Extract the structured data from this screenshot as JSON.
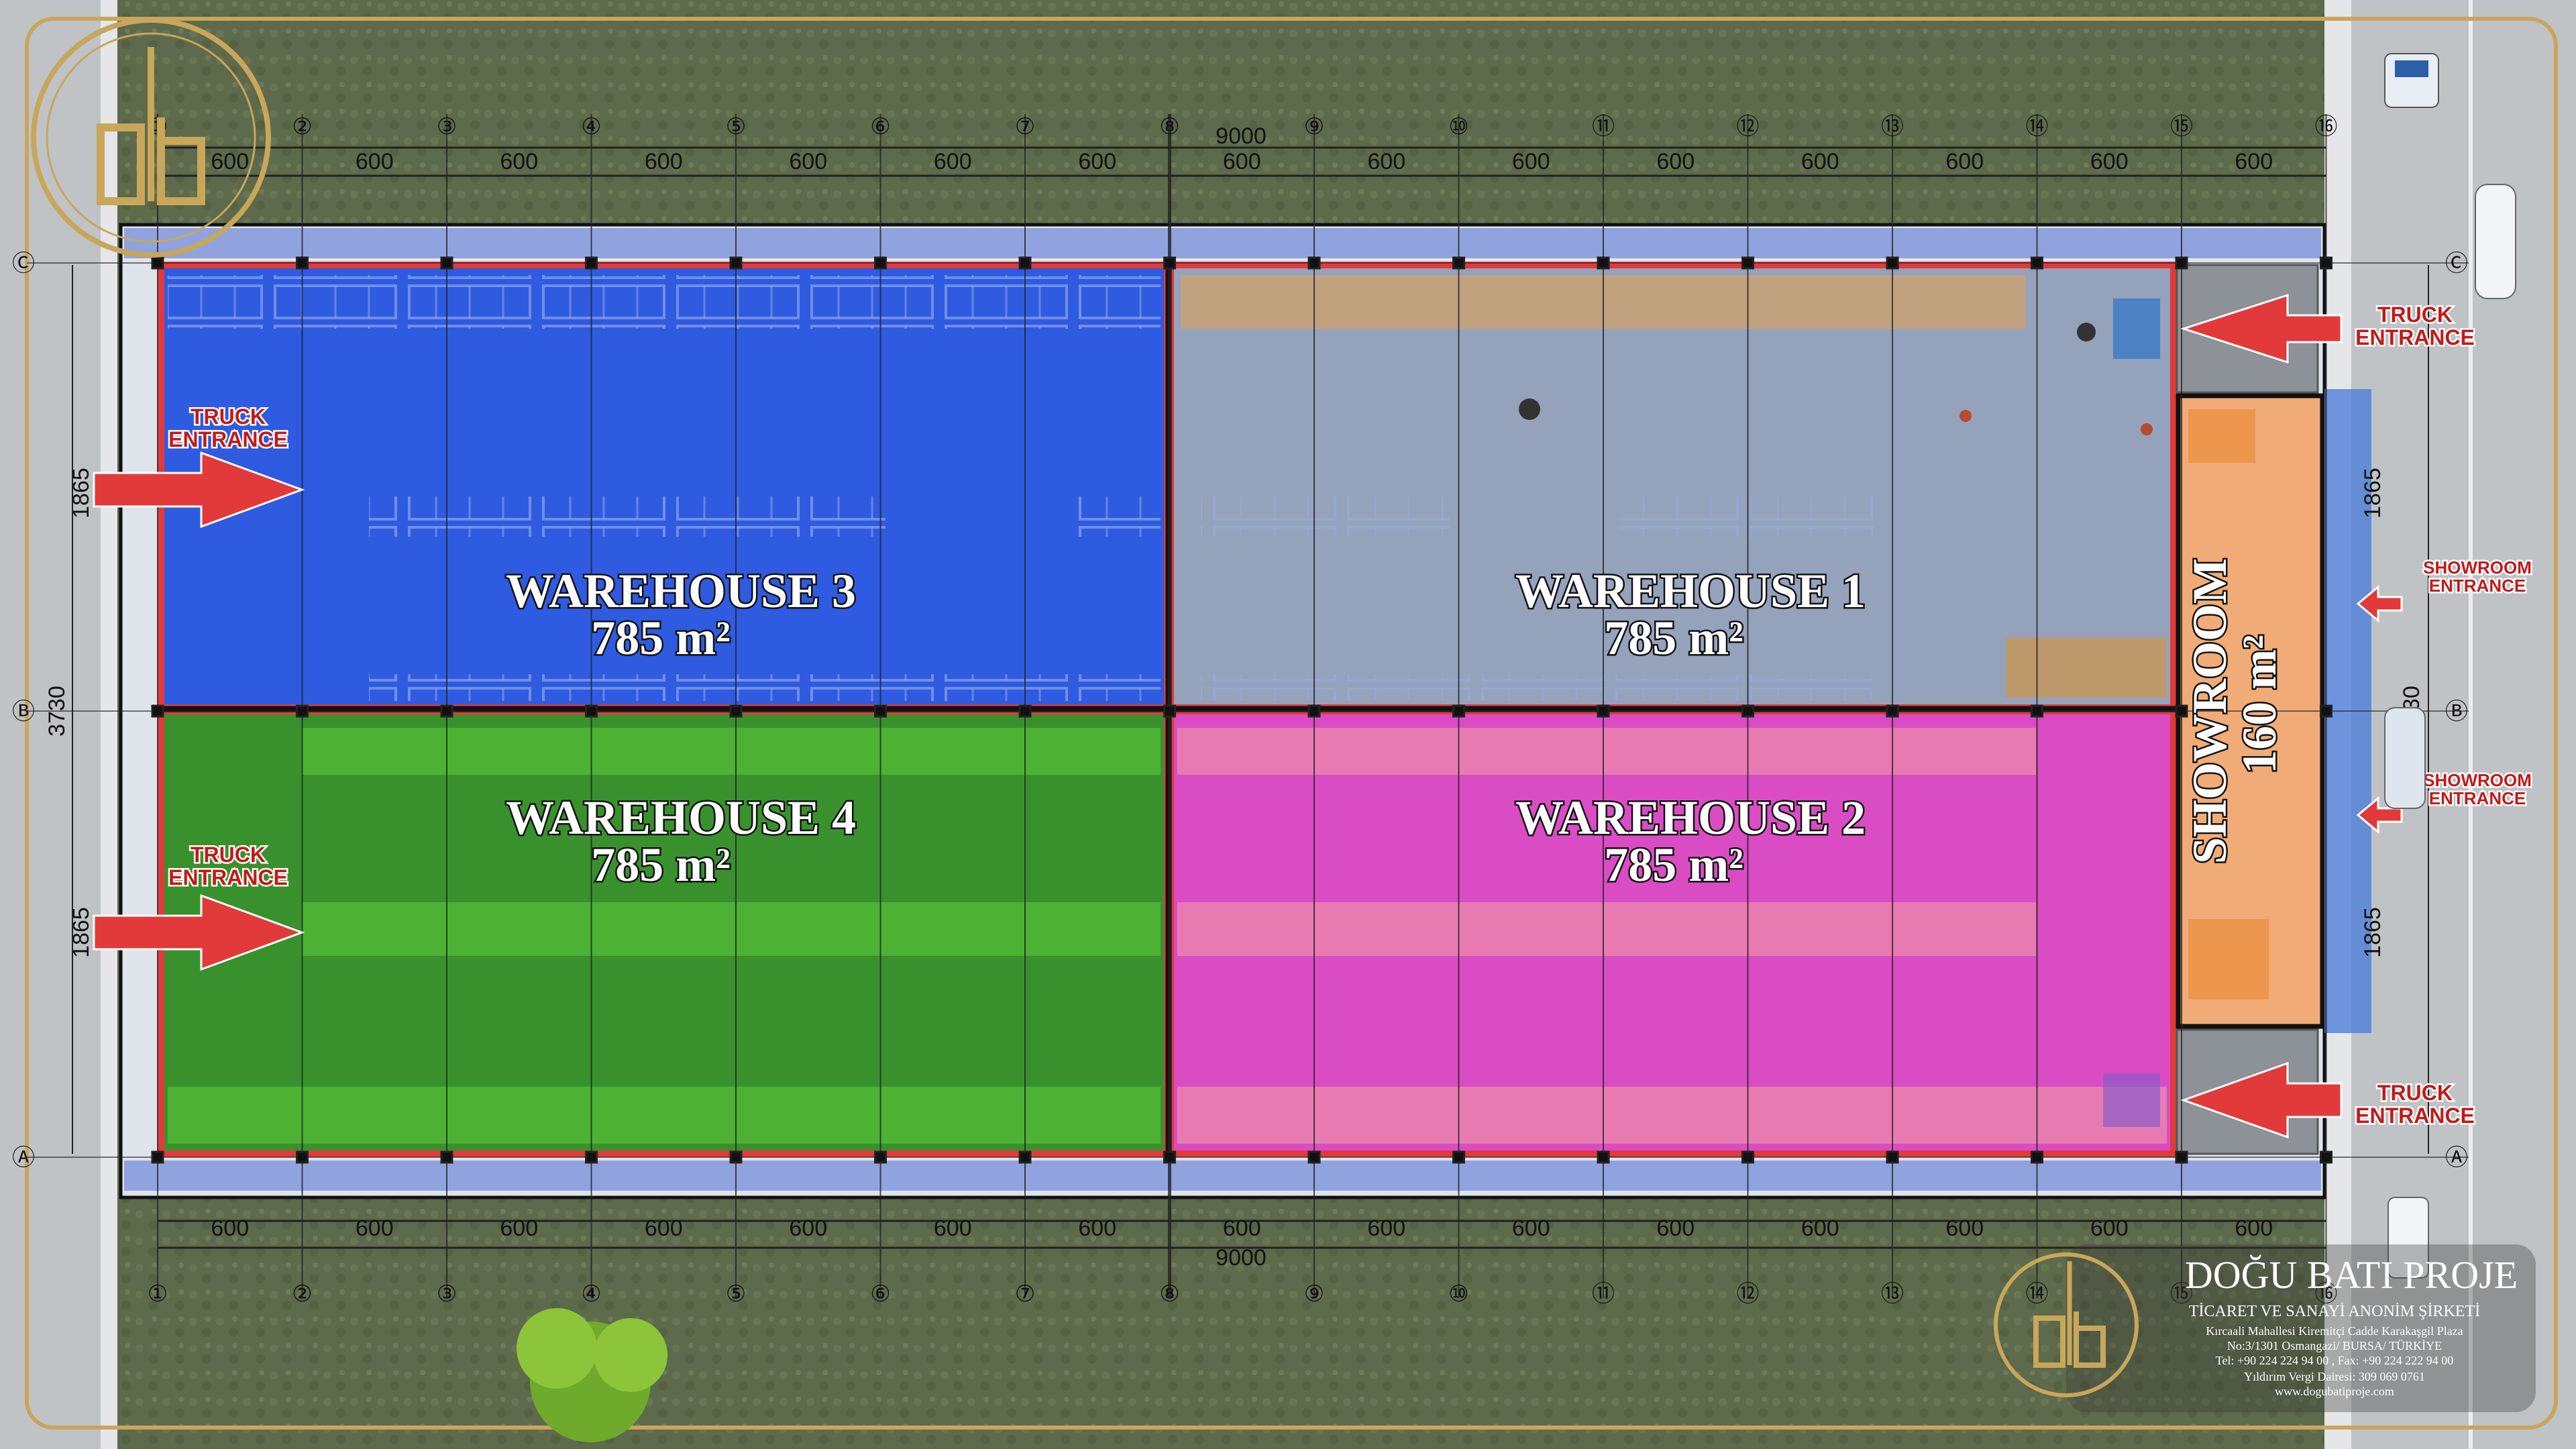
{
  "plan": {
    "rooms": {
      "warehouse_3": {
        "name": "WAREHOUSE 3",
        "area": "785 m²",
        "color": "#1f4fe0"
      },
      "warehouse_1": {
        "name": "WAREHOUSE 1",
        "area": "785 m²",
        "color": "#8796b4"
      },
      "warehouse_4": {
        "name": "WAREHOUSE 4",
        "area": "785 m²",
        "color": "#2a8a1d"
      },
      "warehouse_2": {
        "name": "WAREHOUSE 2",
        "area": "785 m²",
        "color": "#d93fc0"
      },
      "showroom": {
        "name": "SHOWROOM",
        "area": "160 m²",
        "color": "#f2a66b"
      }
    },
    "entrances": {
      "truck_w_top": [
        "TRUCK",
        "ENTRANCE"
      ],
      "truck_w_bottom": [
        "TRUCK",
        "ENTRANCE"
      ],
      "truck_e_top": [
        "TRUCK",
        "ENTRANCE"
      ],
      "truck_e_bottom": [
        "TRUCK",
        "ENTRANCE"
      ],
      "showroom_top": [
        "SHOWROOM",
        "ENTRANCE"
      ],
      "showroom_bottom": [
        "SHOWROOM",
        "ENTRANCE"
      ]
    },
    "grid_columns": [
      "①",
      "②",
      "③",
      "④",
      "⑤",
      "⑥",
      "⑦",
      "⑧",
      "⑨",
      "⑩",
      "⑪",
      "⑫",
      "⑬",
      "⑭",
      "⑮",
      "⑯"
    ],
    "grid_rows": [
      "Ⓒ",
      "Ⓑ",
      "Ⓐ"
    ],
    "bay_dims": [
      "600",
      "600",
      "600",
      "600",
      "600",
      "600",
      "600",
      "600",
      "600",
      "600",
      "600",
      "600",
      "600",
      "600",
      "600"
    ],
    "total_width": "9000",
    "total_depth": "3730",
    "half_depth": "1865",
    "colors": {
      "wall_red": "#e23a3a",
      "grass": "#5f6b4c",
      "road": "#c9cccf",
      "frame_gold": "#c8a65a"
    }
  },
  "company": {
    "name": "DOĞU BATI PROJE",
    "type": "TİCARET VE SANAYİ ANONİM ŞİRKETİ",
    "address_1": "Kırcaali Mahallesi Kiremitçi Cadde Karakaşgil Plaza",
    "address_2": "No:3/1301 Osmangazi/ BURSA/ TÜRKİYE",
    "phone": "Tel: +90 224 224 94 00 ,   Fax: +90 224 222 94 00",
    "tax": "Yıldırım Vergi Dairesi: 309 069 0761",
    "web": "www.dogubatiproje.com",
    "logo_icon": "db-monogram-icon"
  }
}
